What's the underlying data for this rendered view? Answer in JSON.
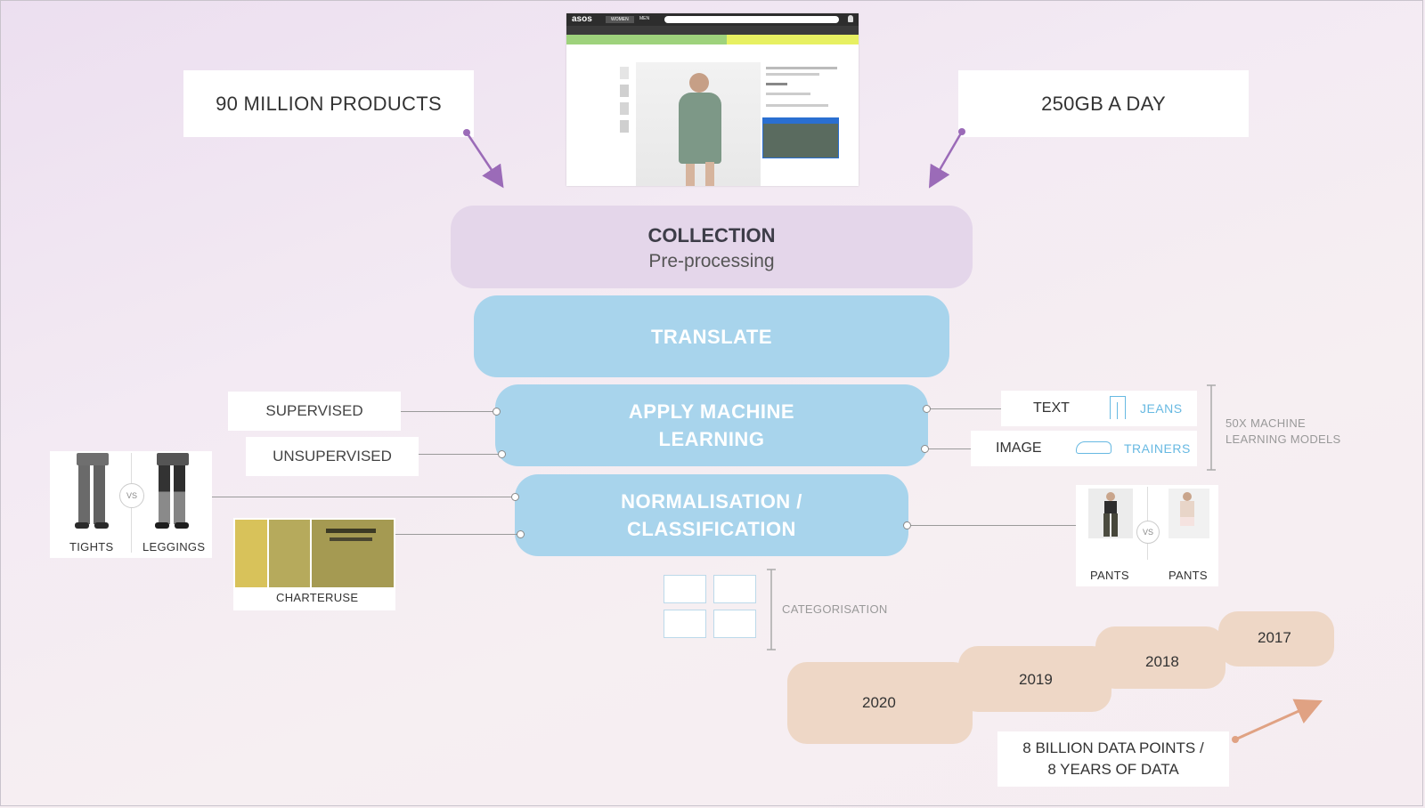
{
  "top": {
    "left_stat": "90 MILLION PRODUCTS",
    "right_stat": "250GB A DAY",
    "screenshot": {
      "logo": "asos",
      "tab_women": "WOMEN",
      "tab_men": "MEN"
    }
  },
  "pipeline": {
    "collection_title": "COLLECTION",
    "collection_sub": "Pre-processing",
    "translate": "TRANSLATE",
    "ml_line1": "APPLY MACHINE",
    "ml_line2": "LEARNING",
    "norm_line1": "NORMALISATION /",
    "norm_line2": "CLASSIFICATION"
  },
  "left": {
    "supervised": "SUPERVISED",
    "unsupervised": "UNSUPERVISED",
    "tights": "TIGHTS",
    "leggings": "LEGGINGS",
    "vs": "VS",
    "charteruse": "CHARTERUSE"
  },
  "right": {
    "text_label": "TEXT",
    "text_value": "JEANS",
    "image_label": "IMAGE",
    "image_value": "TRAINERS",
    "models_line1": "50X MACHINE",
    "models_line2": "LEARNING MODELS",
    "pants_a": "PANTS",
    "pants_b": "PANTS",
    "vs": "VS"
  },
  "categorisation": "CATEGORISATION",
  "timeline": {
    "years": [
      "2020",
      "2019",
      "2018",
      "2017"
    ],
    "note_line1": "8 BILLION DATA POINTS /",
    "note_line2": "8 YEARS OF DATA"
  },
  "colors": {
    "purple_arrow": "#9b6bb8",
    "orange_arrow": "#e0a283",
    "stage_blue": "#a8d4ec",
    "stage_purple": "#e4d6ea",
    "timeline": "#eed7c6",
    "value_blue": "#67b9e2"
  }
}
